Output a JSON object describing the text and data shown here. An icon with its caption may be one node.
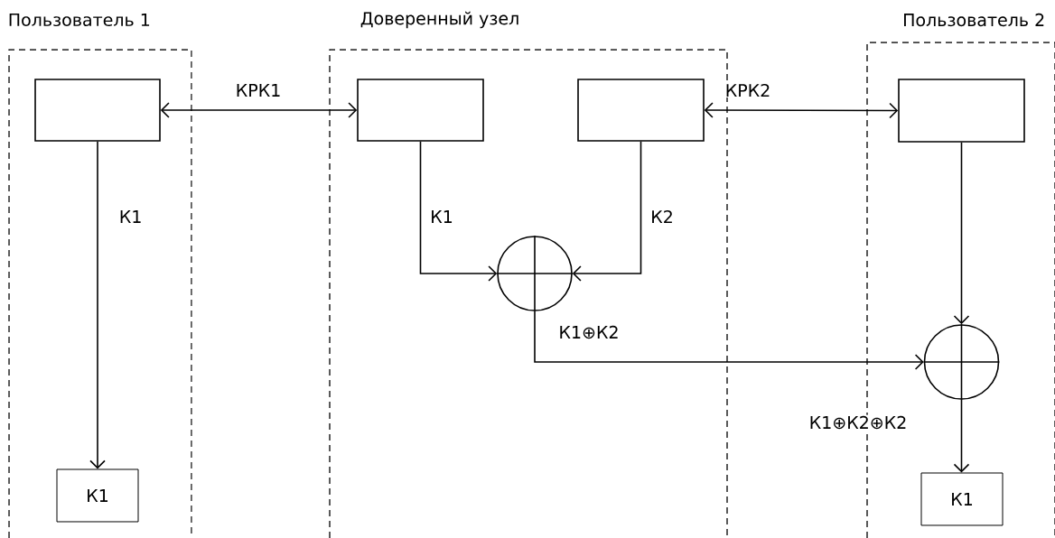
{
  "diagram": {
    "nodes": [
      {
        "text": [
          "Пользователь 1"
        ]
      },
      {
        "text": [],
        "shape": "box",
        "in": 0
      },
      {
        "text": [
          "К1"
        ],
        "in": 0
      },
      {
        "text": [
          "Доверенный узел"
        ]
      },
      {
        "text": [],
        "shape": "box",
        "in": 3
      },
      {
        "text": [],
        "shape": "box",
        "in": 3
      },
      {
        "text": [],
        "shape": "circle",
        "in": 3
      },
      {
        "text": [
          "Пользователь 2"
        ]
      },
      {
        "text": [],
        "shape": "box",
        "in": 7
      },
      {
        "text": [],
        "shape": "circle",
        "in": 7
      },
      {
        "text": [
          "К1"
        ],
        "in": 7
      }
    ],
    "edges": [
      {
        "from": 1,
        "to": 2,
        "arrow": "to",
        "label": "К1"
      },
      {
        "from": 1,
        "to": 4,
        "arrow": "both",
        "label": "КРК1"
      },
      {
        "from": 5,
        "to": 8,
        "arrow": "both",
        "label": "КРК2"
      },
      {
        "from": 4,
        "to": 6,
        "arrow": "to",
        "label": "К1"
      },
      {
        "from": 5,
        "to": 6,
        "arrow": "to",
        "label": "К2"
      },
      {
        "from": 6,
        "to": 9,
        "arrow": "to",
        "label": "К1⊕К2"
      },
      {
        "from": 8,
        "to": 9,
        "arrow": "to"
      },
      {
        "from": 9,
        "to": 10,
        "arrow": "to",
        "label": "К1⊕К2⊕К2"
      }
    ]
  }
}
